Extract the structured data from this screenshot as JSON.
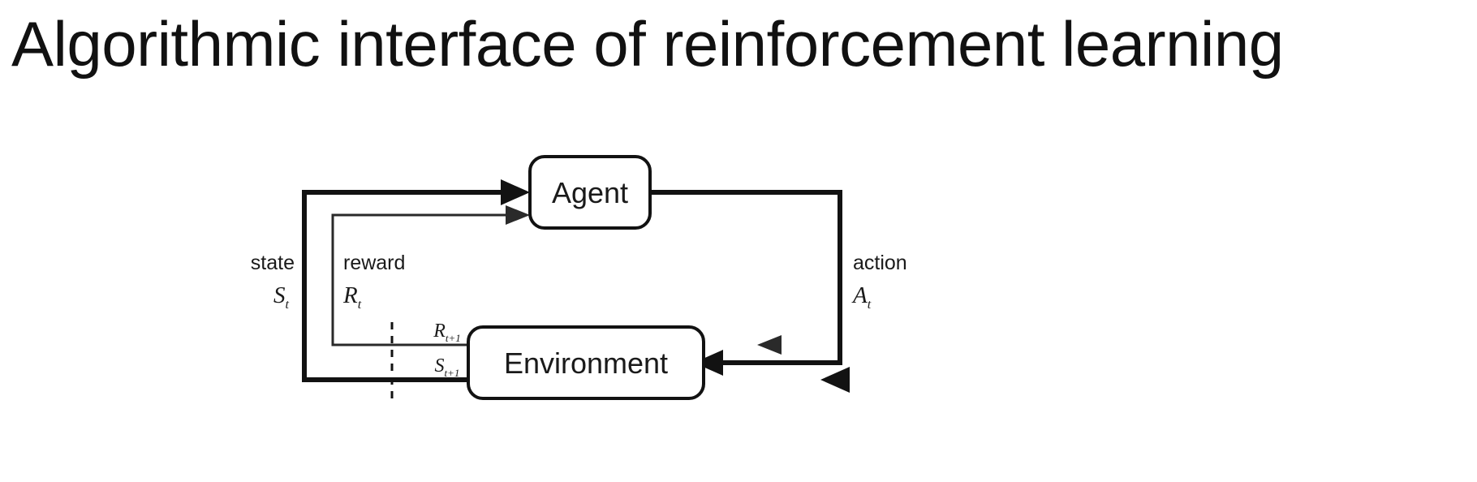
{
  "slide": {
    "title": "Algorithmic interface of reinforcement learning",
    "background_color": "#ffffff",
    "text_color": "#111111"
  },
  "diagram": {
    "name": "agent-environment-interaction-loop",
    "description": "Reinforcement learning agent-environment interface loop",
    "nodes": [
      {
        "id": "agent",
        "label": "Agent"
      },
      {
        "id": "environment",
        "label": "Environment"
      }
    ],
    "labels": {
      "state_word": "state",
      "state_symbol": "S",
      "state_symbol_sub": "t",
      "reward_word": "reward",
      "reward_symbol": "R",
      "reward_symbol_sub": "t",
      "action_word": "action",
      "action_symbol": "A",
      "action_symbol_sub": "t",
      "next_reward_symbol": "R",
      "next_reward_symbol_sub": "t+1",
      "next_state_symbol": "S",
      "next_state_symbol_sub": "t+1"
    },
    "edges": [
      {
        "id": "state-to-agent",
        "from": "environment",
        "to": "agent",
        "label": "state"
      },
      {
        "id": "reward-to-agent",
        "from": "environment",
        "to": "agent",
        "label": "reward"
      },
      {
        "id": "action-to-environment",
        "from": "agent",
        "to": "environment",
        "label": "action"
      },
      {
        "id": "next-reward-from-environment",
        "from": "environment",
        "to": "time-boundary",
        "label": "R t+1"
      },
      {
        "id": "next-state-from-environment",
        "from": "environment",
        "to": "time-boundary",
        "label": "S t+1"
      }
    ],
    "colors": {
      "stroke": "#121212",
      "thin_stroke": "#2a2a2a",
      "box_fill": "#ffffff",
      "text": "#1a1a1a"
    }
  }
}
